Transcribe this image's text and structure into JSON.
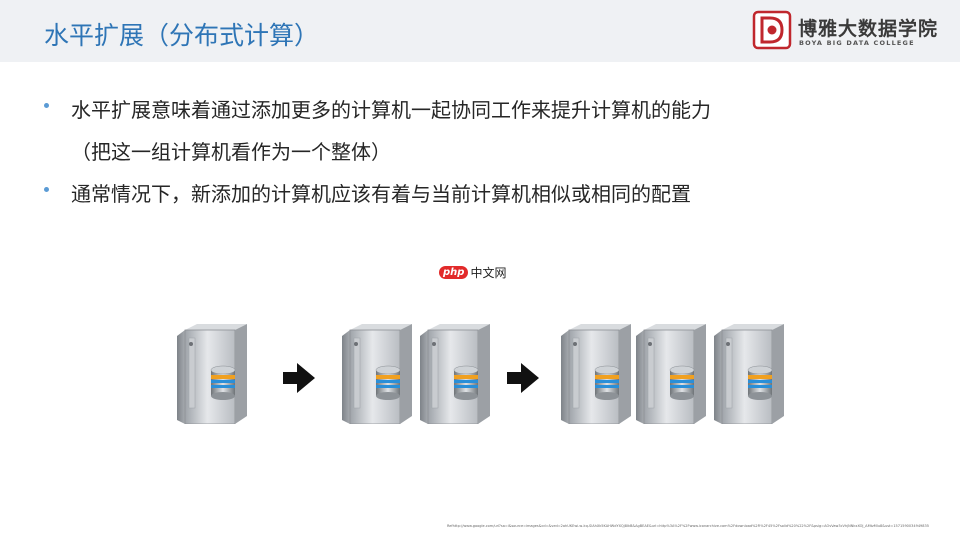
{
  "header": {
    "title": "水平扩展（分布式计算）",
    "logo": {
      "name_cn": "博雅大数据学院",
      "name_en": "BOYA BIG DATA COLLEGE"
    }
  },
  "bullets": [
    {
      "text": "水平扩展意味着通过添加更多的计算机一起协同工作来提升计算机的能力",
      "continuation": "（把这一组计算机看作为一个整体）"
    },
    {
      "text": "通常情况下，新添加的计算机应该有着与当前计算机相似或相同的配置"
    }
  ],
  "watermark": {
    "badge": "php",
    "text": "中文网"
  },
  "diagram": {
    "groups": [
      1,
      2,
      3
    ],
    "icons": [
      "server-icon",
      "database-icon",
      "arrow-right-icon"
    ]
  },
  "footnote": "Refhttp://www.google.com/url?sa=i&source=images&cd=&ved=2ahUKEwi-w-kq-SlAhXk5KAHWdYXQj8IkB&AgBEAE&url=http%3A%2F%2Fwww.iconarchive.com%2Fdownload%2Fi%2F45%2Fsolid%20%22%2F&psig=AOvVaw3cVhjNNkxXOJ_AMtzMlu8&ust=1571590034949835",
  "colors": {
    "title": "#2e75b6",
    "header_bg": "#eff1f4",
    "bullet": "#5b9bd5",
    "text": "#262626"
  }
}
